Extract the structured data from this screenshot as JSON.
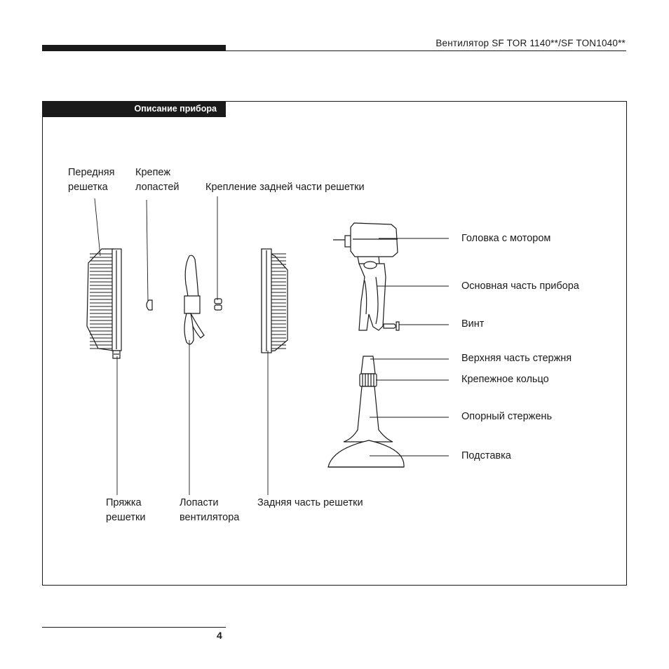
{
  "header": {
    "title": "Вентилятор  SF TOR 1140**/SF TON1040**"
  },
  "section": {
    "title": "Описание прибора"
  },
  "labels": {
    "front_grille_1": "Передняя",
    "front_grille_2": "решетка",
    "blade_fastener_1": "Крепеж",
    "blade_fastener_2": "лопастей",
    "rear_grille_mount": "Крепление задней части решетки",
    "motor_head": "Головка с мотором",
    "main_body": "Основная часть прибора",
    "screw": "Винт",
    "rod_top": "Верхняя часть стержня",
    "fixing_ring": "Крепежное кольцо",
    "support_rod": "Опорный стержень",
    "base": "Подставка",
    "grille_clip_1": "Пряжка",
    "grille_clip_2": "решетки",
    "fan_blades_1": "Лопасти",
    "fan_blades_2": "вентилятора",
    "rear_grille": "Задняя часть решетки"
  },
  "footer": {
    "page_number": "4"
  }
}
